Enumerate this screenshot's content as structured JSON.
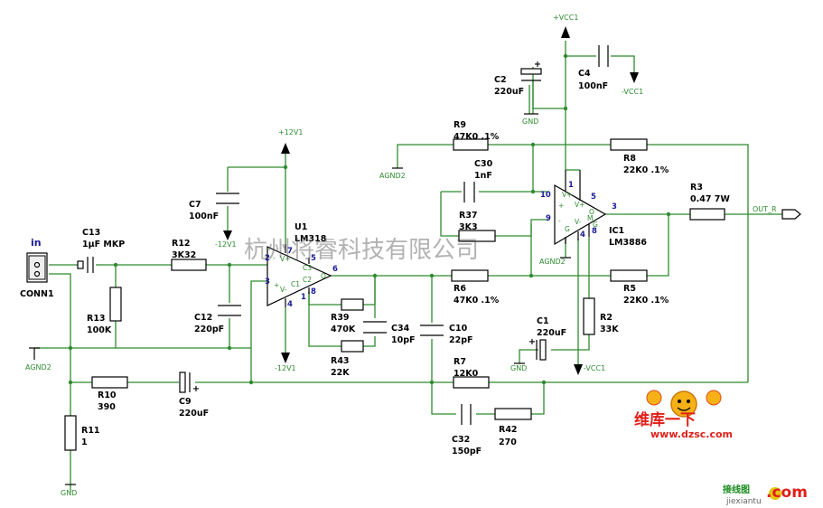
{
  "components": {
    "conn1": {
      "ref": "CONN1",
      "input_label": "in"
    },
    "c13": {
      "ref": "C13",
      "value": "1μF MKP"
    },
    "r12": {
      "ref": "R12",
      "value": "3K32"
    },
    "r13": {
      "ref": "R13",
      "value": "100K"
    },
    "c12": {
      "ref": "C12",
      "value": "220pF"
    },
    "c7": {
      "ref": "C7",
      "value": "100nF"
    },
    "u1": {
      "ref": "U1",
      "value": "LM318"
    },
    "r39": {
      "ref": "R39",
      "value": "470K"
    },
    "r43": {
      "ref": "R43",
      "value": "22K"
    },
    "c34": {
      "ref": "C34",
      "value": "10pF"
    },
    "r10": {
      "ref": "R10",
      "value": "390"
    },
    "c9": {
      "ref": "C9",
      "value": "220uF"
    },
    "r11": {
      "ref": "R11",
      "value": "1"
    },
    "c10": {
      "ref": "C10",
      "value": "22pF"
    },
    "r6": {
      "ref": "R6",
      "value": "47K0 .1%"
    },
    "r7": {
      "ref": "R7",
      "value": "12K0"
    },
    "c32": {
      "ref": "C32",
      "value": "150pF"
    },
    "r42": {
      "ref": "R42",
      "value": "270"
    },
    "r9": {
      "ref": "R9",
      "value": "47K0 .1%"
    },
    "c30": {
      "ref": "C30",
      "value": "1nF"
    },
    "r37": {
      "ref": "R37",
      "value": "3K3"
    },
    "ic1": {
      "ref": "IC1",
      "value": "LM3886"
    },
    "r8": {
      "ref": "R8",
      "value": "22K0 .1%"
    },
    "r5": {
      "ref": "R5",
      "value": "22K0 .1%"
    },
    "r3": {
      "ref": "R3",
      "value": "0.47 7W"
    },
    "c2": {
      "ref": "C2",
      "value": "220uF"
    },
    "c4": {
      "ref": "C4",
      "value": "100nF"
    },
    "c1": {
      "ref": "C1",
      "value": "220uF"
    },
    "r2": {
      "ref": "R2",
      "value": "33K"
    }
  },
  "nets": {
    "vcc1_top": "+VCC1",
    "vcc1_neg_c4": "-VCC1",
    "vcc1_neg_ic": "-VCC1",
    "gnd_c2": "GND",
    "gnd_c1": "GND",
    "gnd_bottom": "GND",
    "v12_pos": "+12V1",
    "v12_neg_c7": "-12V1",
    "v12_neg_u1": "-12V1",
    "agnd2_left": "AGND2",
    "agnd2_r9": "AGND2",
    "agnd2_ic": "AGND2",
    "out": "OUT_R"
  },
  "u1_pins": {
    "p2": "2",
    "p3": "3",
    "p4": "4",
    "p5": "5",
    "p6": "6",
    "p7": "7",
    "p8": "8",
    "p1": "1",
    "i_vpos": "V+",
    "i_vneg": "V-",
    "i_c3": "C3",
    "i_c2": "C2",
    "i_c1": "C1",
    "i_o": "O",
    "i_minus": "-",
    "i_plus": "+"
  },
  "ic1_pins": {
    "p1": "1",
    "p3": "3",
    "p4": "4",
    "p5": "5",
    "p8": "8",
    "p9": "9",
    "p10": "10",
    "i_vpos": "V+",
    "i_vpos2": "V+",
    "i_vneg": "V-",
    "i_g": "G",
    "i_g2": "G",
    "i_m": "M",
    "i_o": "O",
    "i_plus": "+",
    "i_minus": "-"
  },
  "polarity": {
    "c9": "+",
    "c2": "+",
    "c1": "+"
  },
  "watermark": {
    "company": "杭州将睿科技有限公司",
    "brand_cn": "维库一下",
    "brand_url": "www.dzsc.com",
    "site_cn": "接线图",
    "site_dotcom": ".com",
    "site_pinyin": "jiexiantu"
  }
}
